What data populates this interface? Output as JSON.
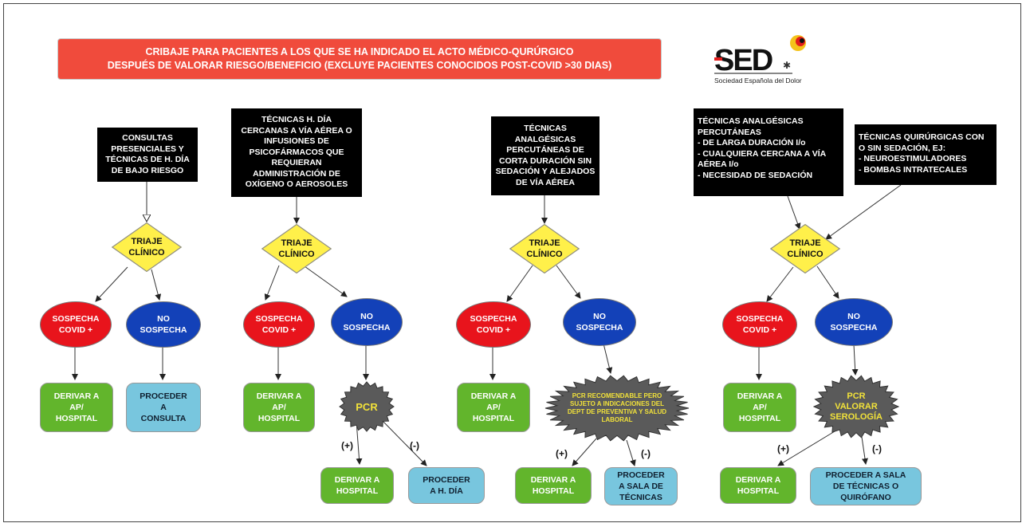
{
  "header": {
    "line1": "CRIBAJE  PARA PACIENTES A LOS QUE SE HA INDICADO EL ACTO MÉDICO-QURÚRGICO",
    "line2": "DESPUÉS DE VALORAR RIESGO/BENEFICIO (EXCLUYE PACIENTES CONOCIDOS POST-COVID >30 DIAS)"
  },
  "logo": {
    "text": "SED",
    "subtitle": "Sociedad Española del Dolor",
    "accent": "#e21b1b"
  },
  "colors": {
    "title_bg": "#f04b3c",
    "diamond": "#fff04a",
    "red": "#e8141c",
    "blue": "#1341b8",
    "green": "#62b52c",
    "cyan": "#78c6de",
    "star": "#5a5a5a",
    "star_text": "#f2e23a"
  },
  "col1": {
    "source": [
      "CONSULTAS",
      "PRESENCIALES Y",
      "TÉCNICAS DE H. DÍA",
      "DE BAJO RIESGO"
    ],
    "triage": [
      "TRIAJE",
      "CLÍNICO"
    ],
    "red": [
      "SOSPECHA",
      "COVID +"
    ],
    "blue": [
      "NO",
      "SOSPECHA"
    ],
    "out_red": [
      "DERIVAR A",
      "AP/",
      "HOSPITAL"
    ],
    "out_blue": [
      "PROCEDER",
      "A",
      "CONSULTA"
    ]
  },
  "col2": {
    "source": [
      "TÉCNICAS H. DÍA",
      "CERCANAS A VÍA AÉREA O",
      "INFUSIONES DE",
      "PSICOFÁRMACOS QUE",
      "REQUIERAN",
      "ADMINISTRACIÓN DE",
      "OXÍGENO O AEROSOLES"
    ],
    "triage": [
      "TRIAJE",
      "CLÍNICO"
    ],
    "red": [
      "SOSPECHA",
      "COVID +"
    ],
    "blue": [
      "NO",
      "SOSPECHA"
    ],
    "out_red": [
      "DERIVAR A",
      "AP/",
      "HOSPITAL"
    ],
    "test": [
      "PCR"
    ],
    "plus": "(+)",
    "minus": "(-)",
    "out_plus": [
      "DERIVAR A",
      "HOSPITAL"
    ],
    "out_minus": [
      "PROCEDER",
      "A H. DÍA"
    ]
  },
  "col3": {
    "source": [
      "TÉCNICAS",
      "ANALGÉSICAS",
      "PERCUTÁNEAS DE",
      "CORTA DURACIÓN SIN",
      "SEDACIÓN Y ALEJADOS",
      "DE VÍA AÉREA"
    ],
    "triage": [
      "TRIAJE",
      "CLÍNICO"
    ],
    "red": [
      "SOSPECHA",
      "COVID +"
    ],
    "blue": [
      "NO",
      "SOSPECHA"
    ],
    "out_red": [
      "DERIVAR A",
      "AP/",
      "HOSPITAL"
    ],
    "test": [
      "PCR RECOMENDABLE PERO",
      "SUJETO A INDICACIONES DEL",
      "DEPT DE PREVENTIVA Y SALUD",
      "LABORAL"
    ],
    "plus": "(+)",
    "minus": "(-)",
    "out_plus": [
      "DERIVAR A",
      "HOSPITAL"
    ],
    "out_minus": [
      "PROCEDER",
      "A SALA DE",
      "TÉCNICAS"
    ]
  },
  "col4": {
    "source_a": [
      "TÉCNICAS ANALGÉSICAS",
      "PERCUTÁNEAS",
      "- DE LARGA DURACIÓN I/o",
      "- CUALQUIERA CERCANA A VÍA",
      "AÉREA I/o",
      "- NECESIDAD DE SEDACIÓN"
    ],
    "source_b": [
      "TÉCNICAS QUIRÚRGICAS CON",
      "O SIN SEDACIÓN, EJ:",
      "- NEUROESTIMULADORES",
      "- BOMBAS INTRATECALES"
    ],
    "triage": [
      "TRIAJE",
      "CLÍNICO"
    ],
    "red": [
      "SOSPECHA",
      "COVID +"
    ],
    "blue": [
      "NO",
      "SOSPECHA"
    ],
    "out_red": [
      "DERIVAR A",
      "AP/",
      "HOSPITAL"
    ],
    "test": [
      "PCR",
      "VALORAR",
      "SEROLOGÍA"
    ],
    "plus": "(+)",
    "minus": "(-)",
    "out_plus": [
      "DERIVAR A",
      "HOSPITAL"
    ],
    "out_minus": [
      "PROCEDER A SALA",
      "DE TÉCNICAS O",
      "QUIRÓFANO"
    ]
  }
}
